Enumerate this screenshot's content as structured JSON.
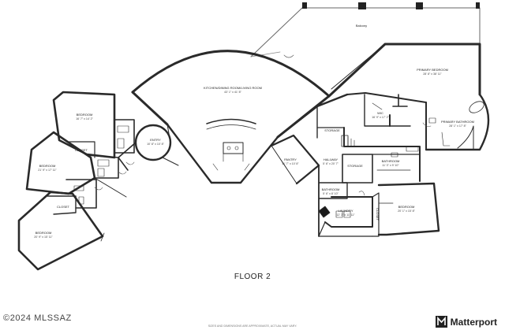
{
  "floor_label": "FLOOR 2",
  "watermark": "©2024 MLSSAZ",
  "disclaimer": "SIZES AND DIMENSIONS ARE APPROXIMATE, ACTUAL MAY VARY.",
  "brand": "Matterport",
  "rooms": {
    "balcony": {
      "name": "Balcony",
      "dims": ""
    },
    "primary_bedroom": {
      "name": "PRIMARY BEDROOM",
      "dims": "28' 8\" x 38' 11\""
    },
    "kitchen": {
      "name": "KITCHEN/DINING ROOM/LIVING ROOM",
      "dims": "43' 1\" x 41' 8\""
    },
    "bedroom_top": {
      "name": "BEDROOM",
      "dims": "16' 7\" x 14' 2\""
    },
    "wic": {
      "name": "WIC",
      "dims": "16' 9\" x 17' 2\""
    },
    "primary_bathroom": {
      "name": "PRIMARY BATHROOM",
      "dims": "28' 1\" x 17' 8\""
    },
    "storage_1": {
      "name": "STORAGE",
      "dims": ""
    },
    "entry": {
      "name": "ENTRY",
      "dims": "10' 8\" x 10' 8\""
    },
    "closet_1": {
      "name": "CLOSET",
      "dims": ""
    },
    "pantry": {
      "name": "PANTRY",
      "dims": "11' 7\" x 10' 8\""
    },
    "hallway": {
      "name": "HALLWAY",
      "dims": "5' 6\" x 20' 7\""
    },
    "bedroom_mid": {
      "name": "BEDROOM",
      "dims": "21' 9\" x 17' 11\""
    },
    "storage_2": {
      "name": "STORAGE",
      "dims": ""
    },
    "bathroom_1": {
      "name": "BATHROOM",
      "dims": "11' 3\" x 9' 10\""
    },
    "bathroom_2": {
      "name": "BATHROOM",
      "dims": "5' 6\" x 8' 10\""
    },
    "closet_2": {
      "name": "CLOSET",
      "dims": ""
    },
    "bedroom_right": {
      "name": "BEDROOM",
      "dims": "20' 1\" x 15' 8\""
    },
    "laundry": {
      "name": "LAUNDRY",
      "dims": "12' 3\" x 11' 11\""
    },
    "closet_3": {
      "name": "CLOSET",
      "dims": ""
    },
    "bedroom_bottom": {
      "name": "BEDROOM",
      "dims": "20' 9\" x 15' 11\""
    }
  }
}
